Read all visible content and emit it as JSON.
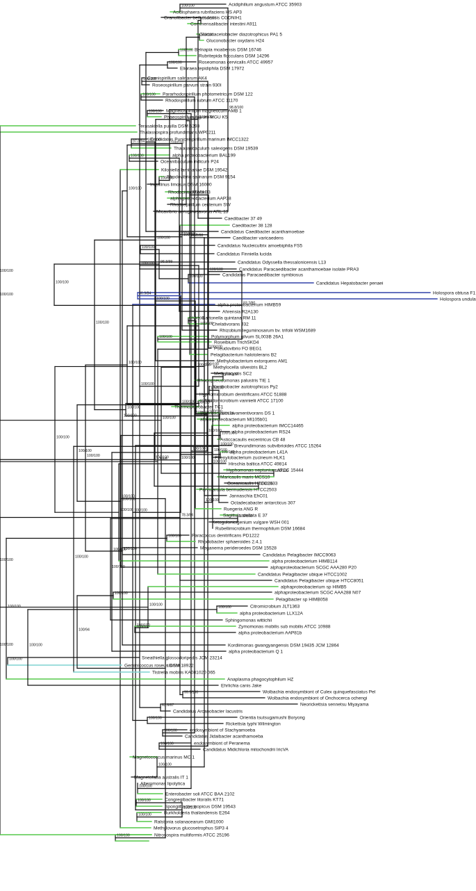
{
  "colors": {
    "default": "#111111",
    "green": "#55c84a",
    "blue": "#3040a8",
    "cyan": "#7fd3d0"
  },
  "taxa": [
    "Acidiphilium angustum ATCC 35903",
    "Acidisphaera rubrifaciens HS AP3",
    "Granulibacter bethesdensis CGDNIH1",
    "Commensalibacter intestini A911",
    "Gluconacetobacter diazotrophicus PA1 5",
    "Gluconobacter oxydans H24",
    "Belnapia moabensis DSM 16746",
    "Rubritepida flocculans DSM 14296",
    "Roseomonas cervicalis ATCC 49957",
    "Elioraea tepidiphila DSM 17972",
    "Caenispirillum salinarum AK4",
    "Roseospirillum parvum strain 930I",
    "Pararhodospirillum photometricum DSM 122",
    "Rhodospirillum rubrum ATCC 11170",
    "Magnetospirillum magneticum AMB 1",
    "Phaeospirillum fulvum MGU K5",
    "Terasakiella pusilla DSM 6293",
    "Thalassospira profundimaris WP0211",
    "Candidatus Puniceispirillum marinum IMCC1322",
    "Thalassobaculum salexigens DSM 19539",
    "alpha proteobacterium BAL199",
    "Oceanibaculum indicum P24",
    "Kiloniella laminariae DSM 19542",
    "Rhodovibrio salinarum DSM 9154",
    "Inquilinus limosus DSM 16000",
    "Rhodocista MIMtkB3",
    "alpha proteobacterium AAP38",
    "Rhodospirillum centenum SW",
    "Micavibrio aeruginosavorus ARL 13",
    "Caedibacter 37 49",
    "Caedibacter 38 128",
    "Candidatus Caedibacter acanthamoebae",
    "Caedibacter varicaedens",
    "Candidatus Nucleicultrix amoebiphila FS5",
    "Candidatus Finniella lucida",
    "Candidatus Odyssella thessalonicensis L13",
    "Candidatus Paracaedibacter acanthamoebae isolate PRA3",
    "Candidatus Paracaedibacter symbiosus",
    "Candidatus Hepatobacter penaei",
    "Holospora obtusa F1",
    "Holospora undulata HU1",
    "alpha proteobacterium HIMB59",
    "Ahrensia R2A130",
    "Bartonella quintana RM 11",
    "Chelativorans J32",
    "Rhizobium leguminosarum bv. trifolii WSM1689",
    "Polymorphum gilvum SL003B 26A1",
    "Roseibium TrichSKD4",
    "Pseudovibrio FO BEG1",
    "Pelagibacterium halotolerans B2",
    "Methylobacterium extorquens AM1",
    "Methylocella silvestris BL2",
    "Methylocystis SC2",
    "Rhodopseudomonas palustris TIE 1",
    "Xanthobacter autotrophicus Py2",
    "Hyphomicrobium denitrificans ATCC 51888",
    "Rhodomicrobium vannielii ATCC 17100",
    "Thermopetrobacter TC1",
    "Parvibaculum lavamentivorans DS 1",
    "alpha proteobacterium MI105b01",
    "alpha proteobacterium IMCC14465",
    "alpha proteobacterium RS24",
    "Asticcacaulis excentricus CB 48",
    "Brevundimonas subvibrioides ATCC 15264",
    "alpha proteobacterium L41A",
    "Phenylobacterium zucineum HLK1",
    "Hirschia baltica ATCC 49814",
    "Hyphomonas neptunium ATCC 15444",
    "Maricaulis maris MCS10",
    "Oceanicaulis HTCC2633",
    "Parvularcula bermudensis HTCC2503",
    "Jannaschia EhC01",
    "Octadecabacter antarcticus 307",
    "Ruegeria ANG R",
    "Sagittula stellata E 37",
    "Ketogulonicigenium vulgare WSH 001",
    "Rubellimicrobium thermophilum DSM 16684",
    "Paracoccus denitrificans PD1222",
    "Rhodobacter sphaeroides 2.4.1",
    "Meganema perideroedes DSM 15528",
    "Candidatus Pelagibacter IMCC9063",
    "alpha proteobacterium HIMB114",
    "alphaproteobacterium SCGC AAA280 P20",
    "Candidatus Pelagibacter ubique HTCC1002",
    "Candidatus Pelagibacter ubique HTCC8051",
    "alphaproteobacterium sp HIMB5",
    "alphaproteobacterium SCGC AAA288 N07",
    "Pelagibacter sp HIMB058",
    "Citromicrobium JLT1363",
    "alpha proteobacterium LLX12A",
    "Sphingomonas wittichii",
    "Zymomonas mobilis sub mobilis ATCC 10988",
    "alpha proteobacterium AAP81b",
    "Kordiimonas gwangyangensis DSM 19435   JCM 12864",
    "alpha proteobacterium Q 1",
    "Sneathiella glossodoripedis JCM 23214",
    "Geminicoccus roseus DSM 18922",
    "Tistrella mobilis KA081020 065",
    "Anaplasma phagocytophilum HZ",
    "Ehrlichia canis Jake",
    "Wolbachia endosymbiont of Culex quinquefasciatus Pel",
    "Wolbachia endosymbiont of Onchocerca ochengi",
    "Neorickettsia sennetsu Miyayama",
    "Candidatus Arcanobacter lacustris",
    "Orientia tsutsugamushi Boryong",
    "Rickettsia typhi Wilmington",
    "endosymbiont of Stachyamoeba",
    "Candidatus Jidaibacter acanthamoeba",
    "endosymbiont of Peranema",
    "Candidatus Midichloria mitochondrii IricVA",
    "Magnetococcus marinus MC 1",
    "Magnetofaba australis IT 1",
    "Alteromonas lipolytica",
    "Enterobacter soli ATCC BAA 2102",
    "Congregibacter litoralis KT71",
    "Spongiibacter tropicus DSM 19543",
    "Burkholderia thailandensis E264",
    "Ralstonia solanacearum GMI1000",
    "Methylovorus glucosetrophus SIP3 4",
    "Nitrosospira multiformis ATCC 25196"
  ],
  "supports": [
    "100/100",
    "99.6/100",
    "100/100",
    "99.9/100",
    "100/100",
    "100/100",
    "63.6/67",
    "100/100",
    "100/100",
    "100/100",
    "100/100",
    "100/100",
    "100/100",
    "100/100",
    "100/100",
    "100/100",
    "100/100",
    "97.8/94",
    "100/100",
    "100/100",
    "100/100",
    "100/100",
    "100/100",
    "100/100",
    "98.8/100",
    "100/100",
    "100/100",
    "100/100",
    "100/100",
    "100/100",
    "100/100",
    "80.9/84",
    "100/100",
    "100/100",
    "100/100",
    "100/100",
    "100/100",
    "100/100",
    "99.9/100",
    "100/100",
    "100/100",
    "100/100",
    "100/100",
    "100/100",
    "100/100",
    "99.2/88",
    "100/100",
    "100/100",
    "100/100",
    "100/100",
    "100/100",
    "100/100",
    "95.5/84",
    "100/100",
    "100/100",
    "98.8/99",
    "100/100",
    "100/100",
    "100/100",
    "100/100",
    "100/100",
    "100/100",
    "100/100",
    "100/100",
    "100/100",
    "93.2/90",
    "100/100",
    "100/100",
    "100/100",
    "100/100",
    "100/100",
    "100/100",
    "100/100",
    "100/100",
    "100/100",
    "100/100",
    "100/100",
    "100/100",
    "100/100",
    "100/100",
    "100/100",
    "78.3/86",
    "3.6/8",
    "100/100",
    "100/100",
    "100/100",
    "100/100",
    "100/100",
    "100/100",
    "100/100",
    "100/100",
    "100/100",
    "100/100",
    "100/100",
    "100/100",
    "100/100",
    "100/100",
    "100/94",
    "100/100",
    "100/100",
    "100/100",
    "100/100",
    "100/100",
    "100/100",
    "100/100",
    "100/100",
    "100/100",
    "100/100",
    "100/100",
    "100/100"
  ]
}
